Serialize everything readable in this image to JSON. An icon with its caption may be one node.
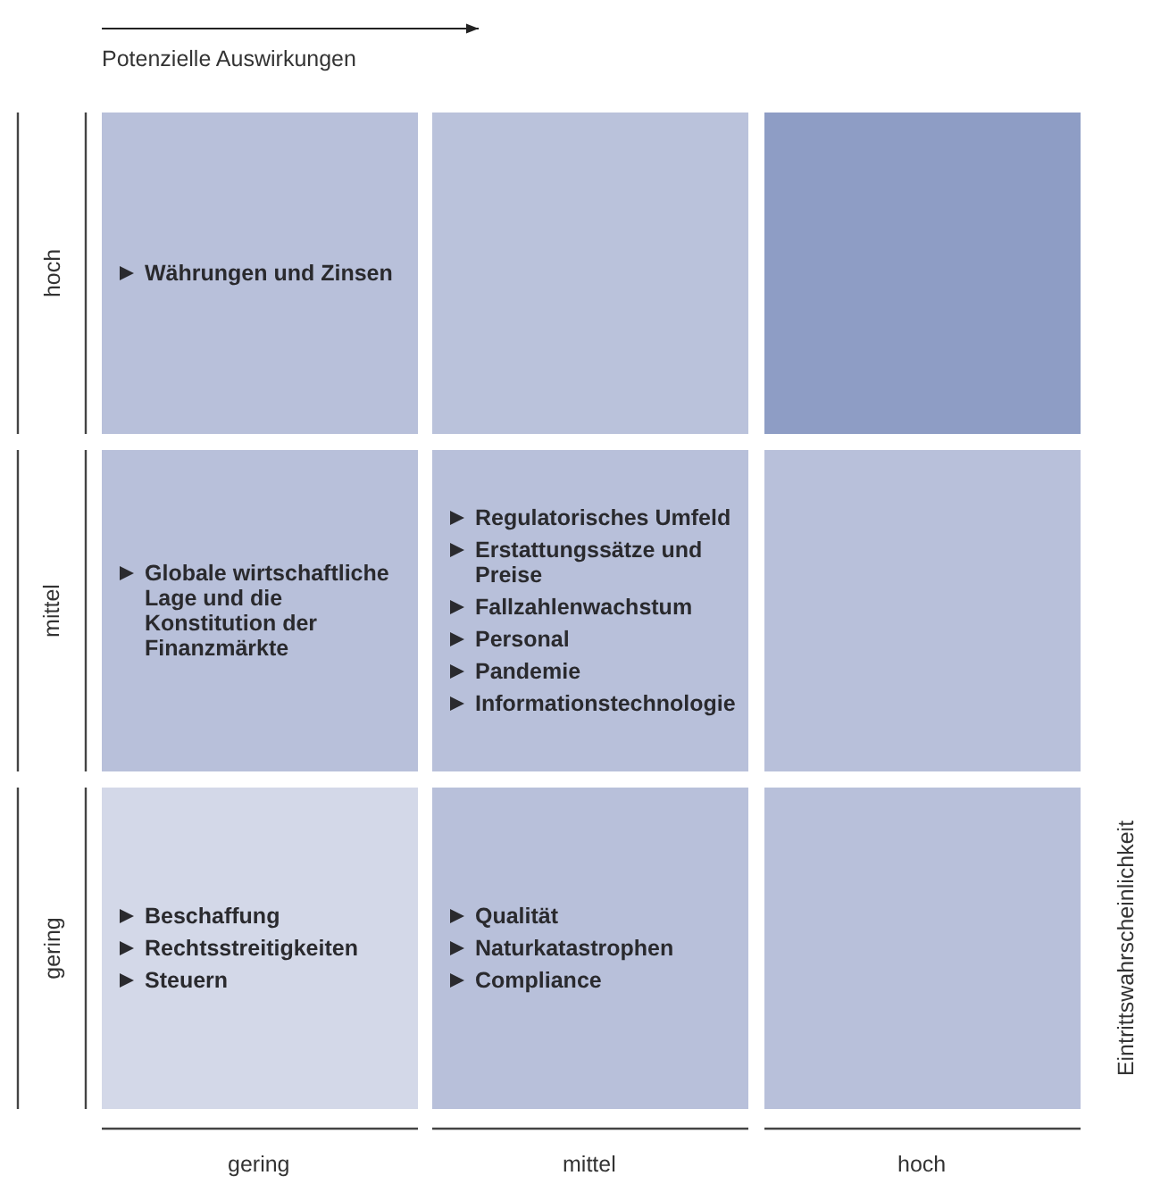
{
  "diagram": {
    "nodes": [
      {
        "text": [
          "Währungen und Zinsen"
        ]
      },
      {
        "text": [],
        "shape": "box"
      },
      {
        "text": [],
        "shape": "box"
      },
      {
        "text": [
          "Globale wirtschaftliche Lage und die Konstitution der Finanzmärkte"
        ]
      },
      {
        "text": [
          "Regulatorisches Umfeld",
          "Erstattungssätze und Preise",
          "Fallzahlenwachstum",
          "Personal",
          "Pandemie",
          "Informationstechnologie"
        ]
      },
      {
        "text": [],
        "shape": "box"
      },
      {
        "text": [
          "Beschaffung",
          "Rechtsstreitigkeiten",
          "Steuern"
        ]
      },
      {
        "text": [
          "Qualität",
          "Naturkatastrophen",
          "Compliance"
        ]
      },
      {
        "text": [],
        "shape": "box"
      }
    ],
    "labels": [
      "Potenzielle Auswirkungen",
      "hoch",
      "mittel",
      "gering",
      "Eintrittswahrscheinlichkeit",
      "gering",
      "mittel",
      "hoch"
    ]
  }
}
